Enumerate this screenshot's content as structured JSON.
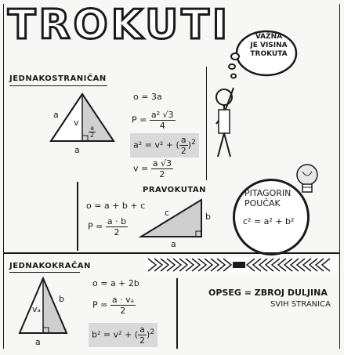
{
  "title": "TROKUTI",
  "thought": {
    "line1": "VAŽNA",
    "line2": "JE VISINA",
    "line3": "TROKUTA"
  },
  "equilateral": {
    "heading": "JEDNAKOSTRANIČAN",
    "side_left": "a",
    "side_bottom": "a",
    "height": "v",
    "half_num": "a",
    "half_den": "2",
    "perimeter": "o = 3a",
    "area_prefix": "P =",
    "area_num": "a² √3",
    "area_den": "4",
    "pyth_lhs": "a² = v² +",
    "pyth_num": "a",
    "pyth_den": "2",
    "pyth_exp": "2",
    "height_prefix": "v =",
    "height_num": "a √3",
    "height_den": "2"
  },
  "right": {
    "heading": "PRAVOKUTAN",
    "perimeter": "o = a + b + c",
    "area_prefix": "P =",
    "area_num": "a · b",
    "area_den": "2",
    "hyp": "c",
    "leg_b": "b",
    "leg_a": "a"
  },
  "pythagoras": {
    "line1": "PITAGORIN",
    "line2": "POUČAK",
    "formula": "c² = a² + b²"
  },
  "isosceles": {
    "heading": "JEDNAKOKRAČAN",
    "leg": "b",
    "height": "vₐ",
    "base": "a",
    "perimeter": "o = a + 2b",
    "area_prefix": "P =",
    "area_num": "a · vₐ",
    "area_den": "2",
    "pyth_lhs": "b² = v² +",
    "pyth_num": "a",
    "pyth_den": "2",
    "pyth_exp": "2"
  },
  "perimeter_note": {
    "line1": "OPSEG = ZBROJ DULJINA",
    "line2": "SVIH STRANICA"
  }
}
